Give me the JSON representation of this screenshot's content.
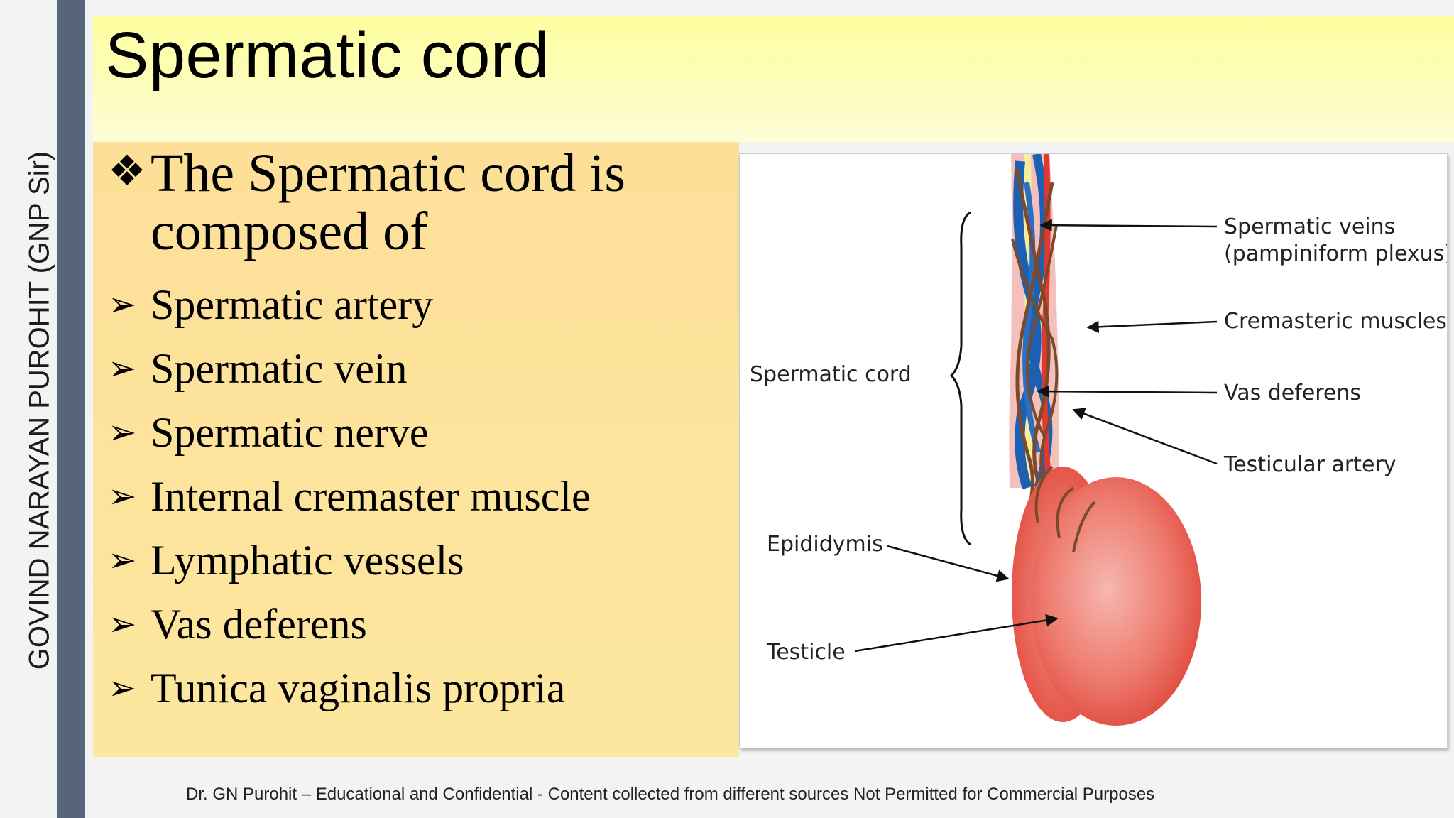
{
  "sidebar": {
    "author": "GOVIND NARAYAN PUROHIT (GNP Sir)"
  },
  "slide": {
    "title": "Spermatic cord",
    "intro": {
      "line1": "The Spermatic cord is",
      "line2": "composed of"
    },
    "bullets": [
      "Spermatic artery",
      "Spermatic vein",
      "Spermatic nerve",
      "Internal cremaster muscle",
      "Lymphatic vessels",
      "Vas deferens",
      "Tunica vaginalis propria"
    ]
  },
  "figure": {
    "labels": {
      "spermatic_veins_1": "Spermatic veins",
      "spermatic_veins_2": "(pampiniform plexus)",
      "cremasteric_muscles": "Cremasteric muscles",
      "vas_deferens": "Vas deferens",
      "testicular_artery": "Testicular artery",
      "spermatic_cord": "Spermatic cord",
      "epididymis": "Epididymis",
      "testicle": "Testicle"
    }
  },
  "footer": {
    "text": "Dr. GN Purohit – Educational and Confidential - Content  collected from different sources Not Permitted for Commercial Purposes"
  },
  "colors": {
    "title_band": "#fefea8",
    "content_panel": "#fde39b",
    "side_bar": "#56657a"
  },
  "icons": {
    "intro_bullet": "four-diamond-icon",
    "list_bullet": "arrowhead-icon"
  }
}
